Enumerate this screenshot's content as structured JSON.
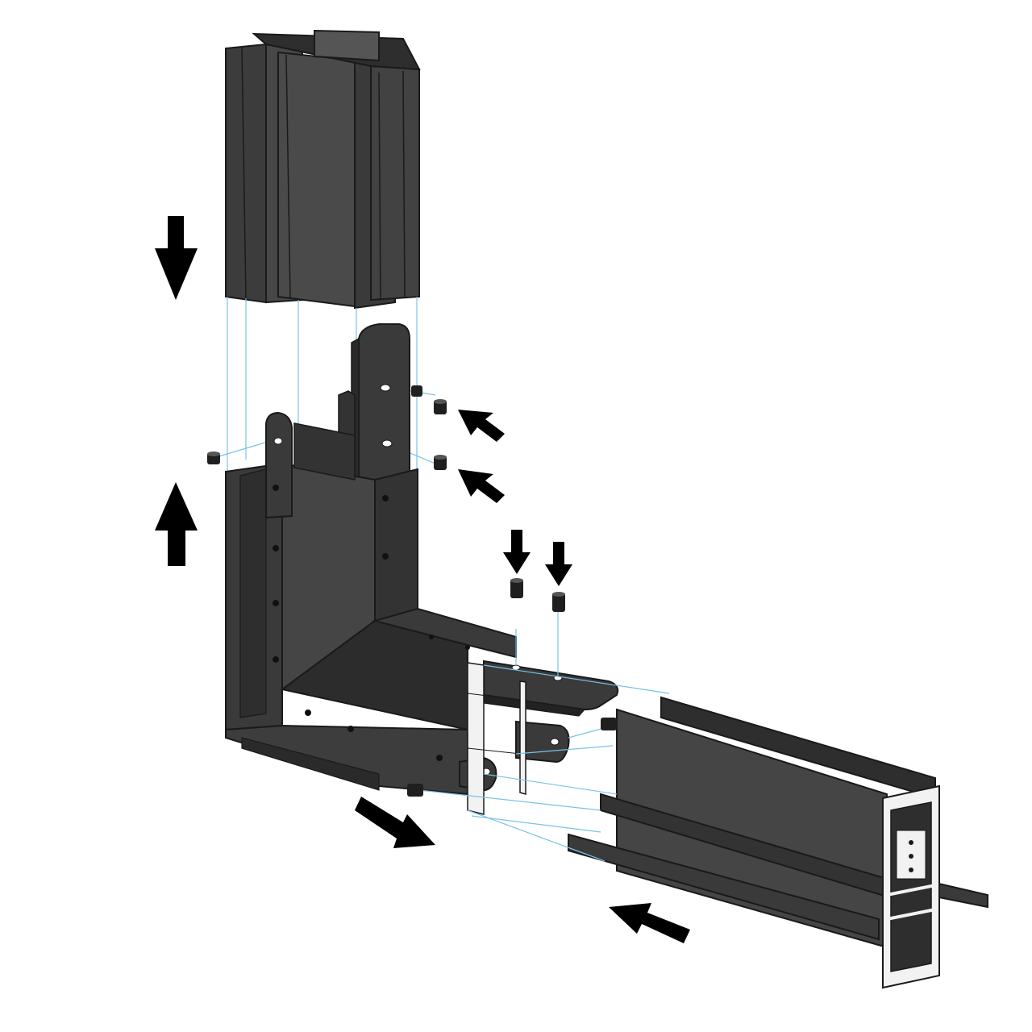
{
  "diagram": {
    "colors": {
      "background": "#ffffff",
      "profile_dark": "#3a3a3a",
      "profile_face": "#454545",
      "profile_shadow": "#2a2a2a",
      "profile_edge": "#1a1a1a",
      "aluminium_cut": "#f2f2f2",
      "guide_line": "#79c3e8",
      "arrow": "#000000",
      "screw": "#1f1f1f"
    },
    "arrows": [
      {
        "name": "arrow-down-top-profile",
        "direction": "down"
      },
      {
        "name": "arrow-up-corner",
        "direction": "up"
      },
      {
        "name": "arrow-left-screw-upper",
        "direction": "left-down"
      },
      {
        "name": "arrow-left-screw-lower",
        "direction": "left-down"
      },
      {
        "name": "arrow-down-screw-left",
        "direction": "down"
      },
      {
        "name": "arrow-down-screw-right",
        "direction": "down"
      },
      {
        "name": "arrow-right-bottom",
        "direction": "right"
      },
      {
        "name": "arrow-left-bottom-profile",
        "direction": "left"
      }
    ],
    "components": [
      {
        "name": "vertical-track-profile"
      },
      {
        "name": "corner-connector-body"
      },
      {
        "name": "vertical-connector-plate"
      },
      {
        "name": "horizontal-connector-plate"
      },
      {
        "name": "horizontal-track-profile"
      },
      {
        "name": "grub-screw-set"
      }
    ]
  }
}
